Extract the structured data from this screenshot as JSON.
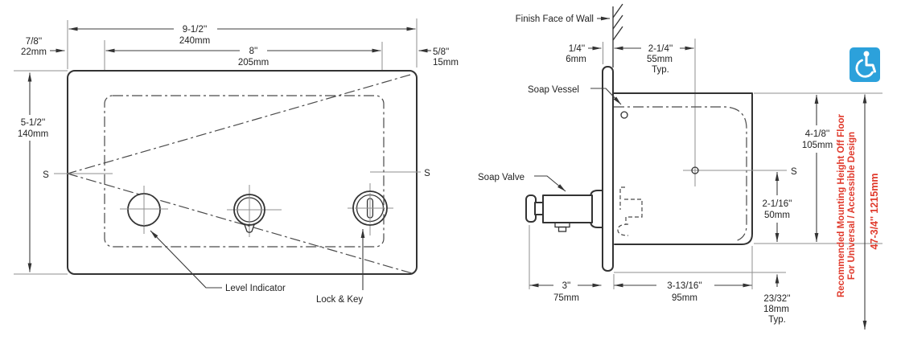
{
  "drawing": {
    "type": "installation-diagram",
    "colors": {
      "line": "#333333",
      "note_red": "#e03a2c",
      "icon_blue": "#2ca1db"
    }
  },
  "front_view": {
    "dim_width": {
      "in": "9-1/2''",
      "mm": "240mm"
    },
    "dim_inner": {
      "in": "8''",
      "mm": "205mm"
    },
    "dim_left_offset": {
      "in": "7/8''",
      "mm": "22mm"
    },
    "dim_right_offset": {
      "in": "5/8''",
      "mm": "15mm"
    },
    "dim_height": {
      "in": "5-1/2''",
      "mm": "140mm"
    },
    "s_left": "S",
    "s_right": "S",
    "label_level_indicator": "Level Indicator",
    "label_lock_key": "Lock & Key"
  },
  "side_view": {
    "label_finish_face": "Finish Face of Wall",
    "label_soap_vessel": "Soap Vessel",
    "label_soap_valve": "Soap Valve",
    "s_marker": "S",
    "dim_plate": {
      "in": "1/4''",
      "mm": "6mm"
    },
    "dim_setback": {
      "in": "2-1/4''",
      "mm": "55mm",
      "typ": "Typ."
    },
    "dim_depth": {
      "in": "4-1/8''",
      "mm": "105mm"
    },
    "dim_valve_height": {
      "in": "2-1/16''",
      "mm": "50mm"
    },
    "dim_projection": {
      "in": "3''",
      "mm": "75mm"
    },
    "dim_recess": {
      "in": "3-13/16''",
      "mm": "95mm"
    },
    "dim_lip": {
      "in": "23/32''",
      "mm": "18mm",
      "typ": "Typ."
    },
    "note_line1": "Recommended Mounting Height Off Floor",
    "note_line2": "For Universal / Accessible Design",
    "note_height": "47-3/4''  1215mm",
    "accessibility_icon": "wheelchair-accessible"
  }
}
